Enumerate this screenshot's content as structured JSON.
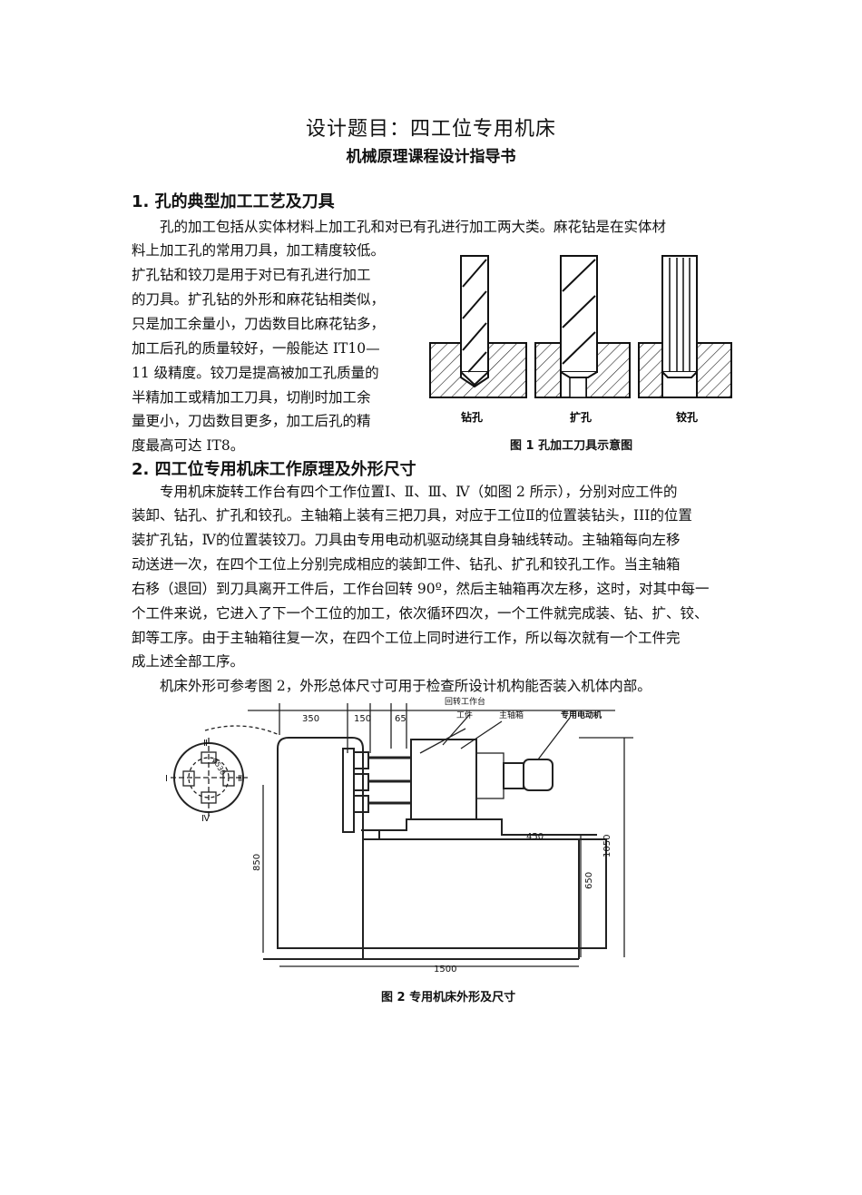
{
  "document": {
    "title": "设计题目：四工位专用机床",
    "subtitle": "机械原理课程设计指导书"
  },
  "section1": {
    "heading": "1.   孔的典型加工工艺及刀具",
    "lines": [
      "　　孔的加工包括从实体材料上加工孔和对已有孔进行加工两大类。麻花钻是在实体材",
      "料上加工孔的常用刀具，加工精度较低。",
      "扩孔钻和铰刀是用于对已有孔进行加工",
      "的刀具。扩孔钻的外形和麻花钻相类似，",
      "只是加工余量小，刀齿数目比麻花钻多，",
      "加工后孔的质量较好，一般能达 IT10—",
      "11 级精度。铰刀是提高被加工孔质量的",
      "半精加工或精加工刀具，切削时加工余",
      "量更小，刀齿数目更多，加工后孔的精",
      "度最高可达 IT8。"
    ]
  },
  "figure1": {
    "labels": [
      "钻孔",
      "扩孔",
      "铰孔"
    ],
    "caption": "图 1  孔加工刀具示意图"
  },
  "section2": {
    "heading": "2.   四工位专用机床工作原理及外形尺寸",
    "lines": [
      "　　专用机床旋转工作台有四个工作位置Ⅰ、Ⅱ、Ⅲ、Ⅳ（如图 2 所示），分别对应工件的",
      "装卸、钻孔、扩孔和铰孔。主轴箱上装有三把刀具，对应于工位Ⅱ的位置装钻头，III的位置",
      "装扩孔钻，Ⅳ的位置装铰刀。刀具由专用电动机驱动绕其自身轴线转动。主轴箱每向左移",
      "动送进一次，在四个工位上分别完成相应的装卸工件、钻孔、扩孔和铰孔工作。当主轴箱",
      "右移（退回）到刀具离开工件后，工作台回转 90º，然后主轴箱再次左移，这时，对其中每一",
      "个工件来说，它进入了下一个工位的加工，依次循环四次，一个工件就完成装、钻、扩、铰、",
      "卸等工序。由于主轴箱往复一次，在四个工位上同时进行工作，所以每次就有一个工件完",
      "成上述全部工序。",
      "　　机床外形可参考图 2，外形总体尺寸可用于检查所设计机构能否装入机体内部。"
    ]
  },
  "figure2": {
    "labels": {
      "rotary_table": "回转工作台",
      "workpiece": "工件",
      "spindle_box": "主轴箱",
      "motor": "专用电动机"
    },
    "dims": {
      "d350": "350",
      "d150": "150",
      "d65": "65",
      "d450": "450",
      "d850": "850",
      "d650": "650",
      "d1050": "1050",
      "d1500": "1500",
      "phi": "φ530"
    },
    "stations": [
      "Ⅰ",
      "Ⅱ",
      "Ⅲ",
      "Ⅳ"
    ],
    "caption": "图 2 专用机床外形及尺寸"
  }
}
